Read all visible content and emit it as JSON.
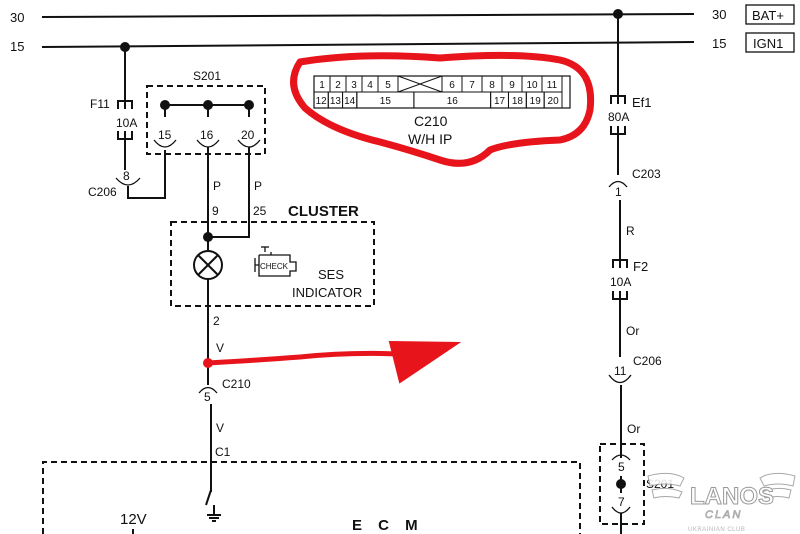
{
  "rails": {
    "rail_30": {
      "left_label": "30",
      "right_label": "30",
      "tag": "BAT+"
    },
    "rail_15": {
      "left_label": "15",
      "right_label": "15",
      "tag": "IGN1"
    }
  },
  "left_branch": {
    "fuse": {
      "name": "F11",
      "rating": "10A"
    },
    "connector_c206": {
      "name": "C206",
      "pin": "8"
    },
    "splice": {
      "name": "S201",
      "pins": [
        "15",
        "16",
        "20"
      ]
    },
    "wires": {
      "wire_16_color": "P",
      "wire_20_color": "P"
    }
  },
  "cluster": {
    "title": "CLUSTER",
    "pin_in_a": "9",
    "pin_in_b": "25",
    "pin_out": "2",
    "indicator_icon_text": "CHECK",
    "indicator_label_line1": "SES",
    "indicator_label_line2": "INDICATOR"
  },
  "lower_left": {
    "wire_after_cluster_color": "V",
    "connector_c210": {
      "name": "C210",
      "pin": "5"
    },
    "wire_after_c210_color": "V",
    "ecm_pin": "C1",
    "ecm_voltage": "12V",
    "ecm_label": "E C M"
  },
  "connector_detail": {
    "name": "C210",
    "subtitle": "W/H IP",
    "top_row": [
      "1",
      "2",
      "3",
      "4",
      "5",
      "",
      "6",
      "7",
      "8",
      "9",
      "10",
      "11"
    ],
    "bottom_row": [
      "12",
      "13",
      "14",
      "15",
      "16",
      "17",
      "18",
      "19",
      "20"
    ]
  },
  "right_branch": {
    "fuse_ef1": {
      "name": "Ef1",
      "rating": "80A"
    },
    "connector_c203": {
      "name": "C203",
      "pin": "1"
    },
    "wire_r_color": "R",
    "fuse_f2": {
      "name": "F2",
      "rating": "10A"
    },
    "wire_or_color_1": "Or",
    "connector_c206": {
      "name": "C206",
      "pin": "11"
    },
    "wire_or_color_2": "Or",
    "splice": {
      "name": "S201",
      "pin_top": "5",
      "pin_bottom": "7"
    }
  },
  "watermark": {
    "line1": "LANOS",
    "line2": "CLAN",
    "line3": "UKRAINIAN CLUB"
  },
  "annotation_colors": {
    "highlight": "#e8141b"
  }
}
